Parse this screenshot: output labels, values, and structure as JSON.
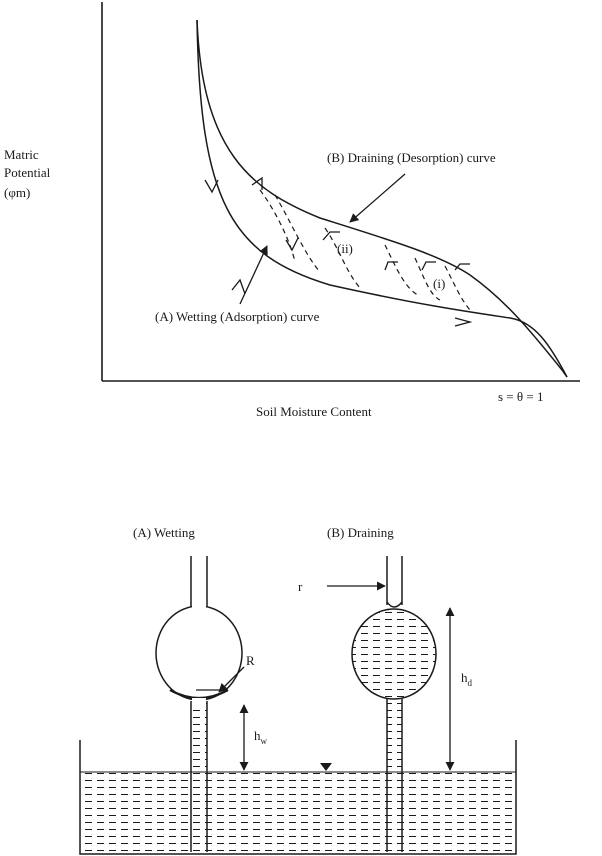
{
  "top_panel": {
    "y_axis_label": [
      "Matric",
      "Potential",
      "(φm)"
    ],
    "x_axis_label": "Soil Moisture Content",
    "x_end_label": "s = θ = 1",
    "draining_curve_label": "(B) Draining (Desorption) curve",
    "wetting_curve_label": "(A) Wetting (Adsorption) curve",
    "scanning_label_ii": "(ii)",
    "scanning_label_i": "(i)"
  },
  "bottom_panel": {
    "wetting_title": "(A) Wetting",
    "draining_title": "(B) Draining",
    "radius_small_label": "r",
    "radius_large_label": "R",
    "height_wetting_label": "h",
    "height_wetting_sub": "w",
    "height_draining_label": "h",
    "height_draining_sub": "d"
  }
}
